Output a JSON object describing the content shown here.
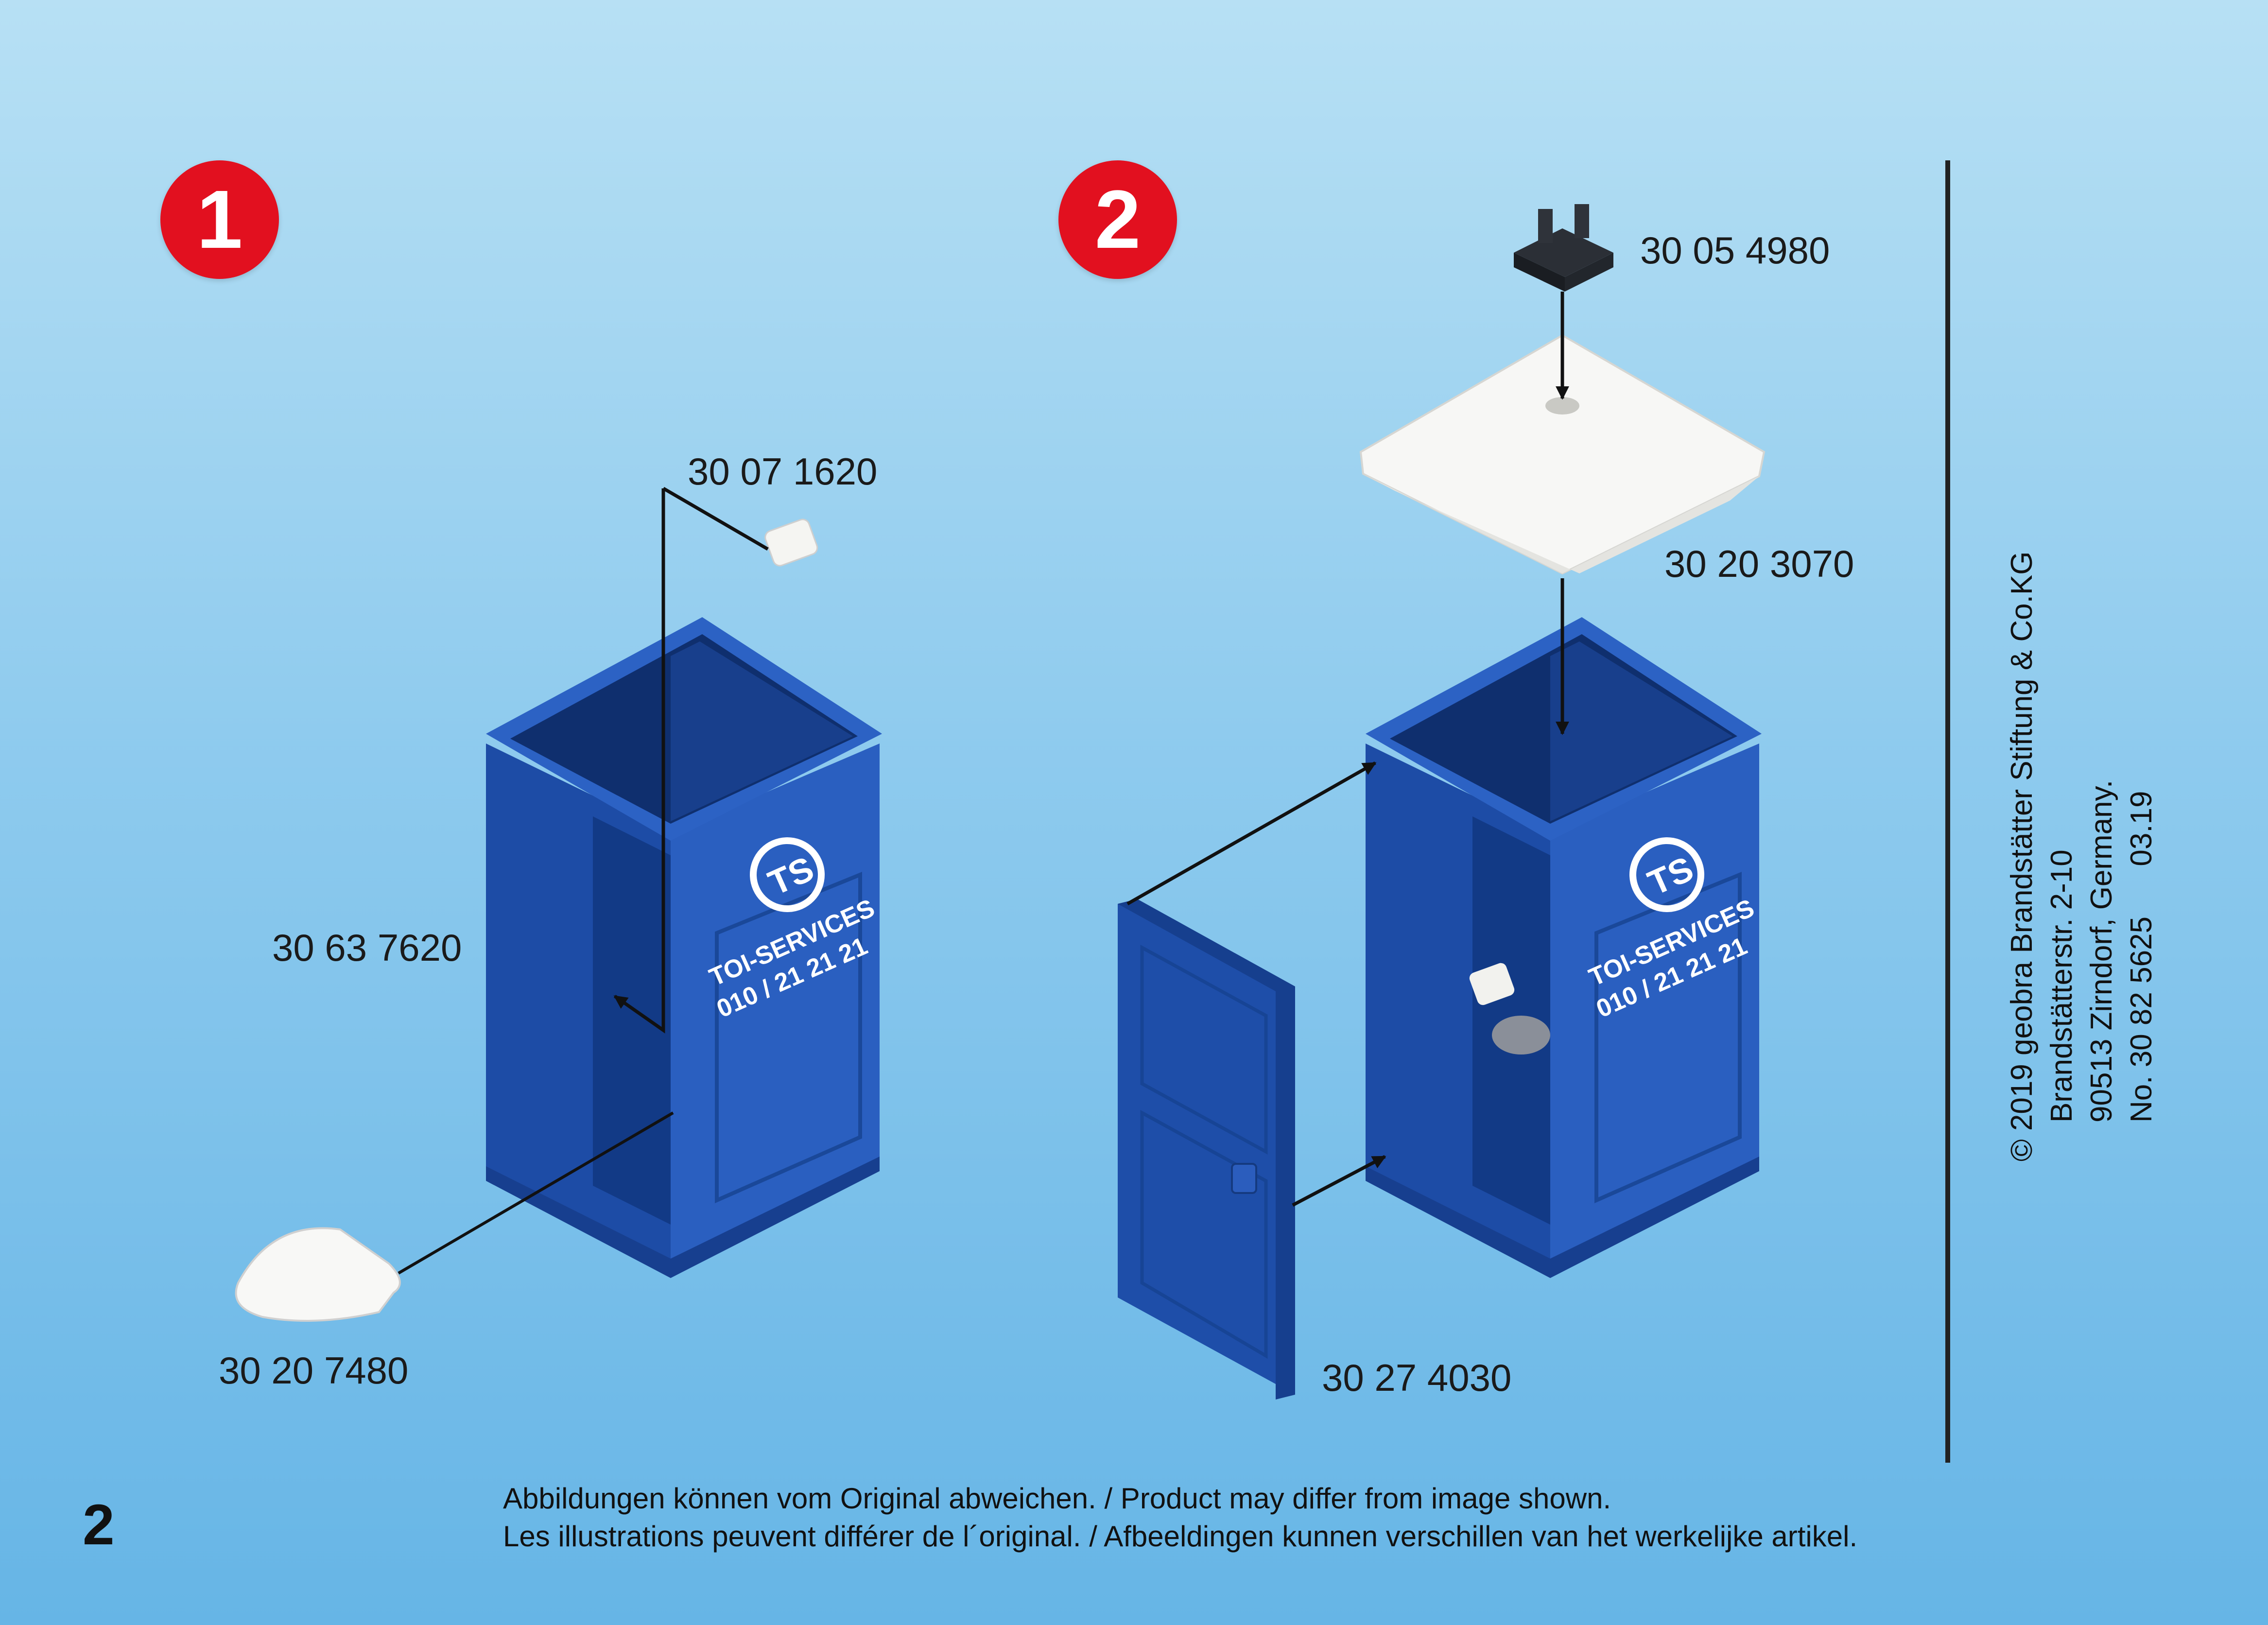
{
  "page": {
    "number": "2"
  },
  "steps": [
    {
      "label": "1"
    },
    {
      "label": "2"
    }
  ],
  "parts": {
    "paper_roll": "30 07 1620",
    "cabin_body_1": "30 63 7620",
    "toilet_seat": "30 20 7480",
    "roof_clip": "30 05 4980",
    "roof": "30 20 3070",
    "door": "30 27 4030"
  },
  "cabin_print": {
    "logo": "TS",
    "company": "TOI-SERVICES",
    "phone": "010 / 21 21 21"
  },
  "footer": {
    "disclaimer_line1": "Abbildungen können vom Original abweichen. / Product may differ from image shown.",
    "disclaimer_line2": "Les illustrations peuvent différer de l´original. / Afbeeldingen kunnen verschillen van het werkelijke artikel."
  },
  "imprint": {
    "line1": "© 2019 geobra Brandstätter Stiftung & Co.KG",
    "line2": "Brandstätterstr. 2-10",
    "line3": "90513 Zirndorf, Germany.",
    "line4": "No. 30 82 5625      03.19"
  },
  "colors": {
    "background_top": "#b7e0f4",
    "background_bottom": "#66b5e6",
    "step_badge": "#e2101f",
    "cabin_blue": "#1f4fa8",
    "roof_white": "#f7f7f5"
  }
}
